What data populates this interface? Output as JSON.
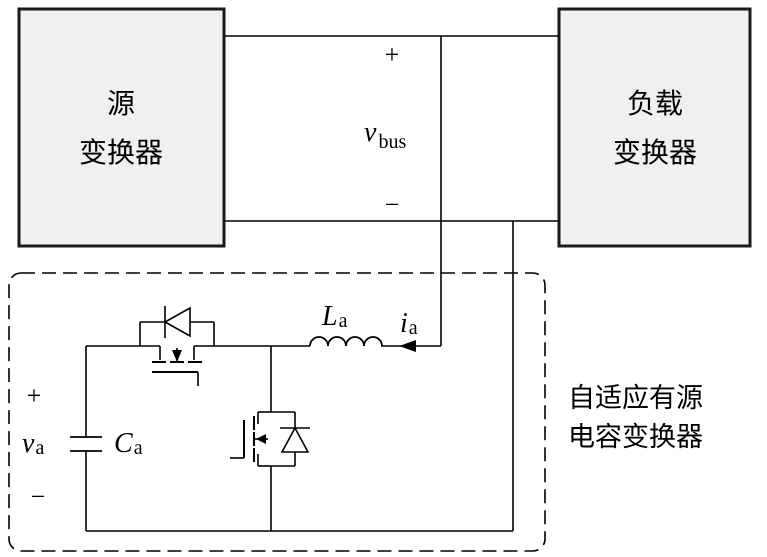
{
  "source_converter": {
    "line1": "源",
    "line2": "变换器"
  },
  "load_converter": {
    "line1": "负载",
    "line2": "变换器"
  },
  "bus": {
    "plus": "+",
    "minus": "−",
    "voltage_symbol": "v",
    "voltage_subscript": "bus"
  },
  "auxiliary": {
    "inductor_symbol": "L",
    "inductor_subscript": "a",
    "current_symbol": "i",
    "current_subscript": "a",
    "capacitor_symbol": "C",
    "capacitor_subscript": "a",
    "voltage_symbol": "v",
    "voltage_subscript": "a",
    "plus": "+",
    "minus": "−"
  },
  "side_label": {
    "line1": "自适应有源",
    "line2": "电容变换器"
  }
}
